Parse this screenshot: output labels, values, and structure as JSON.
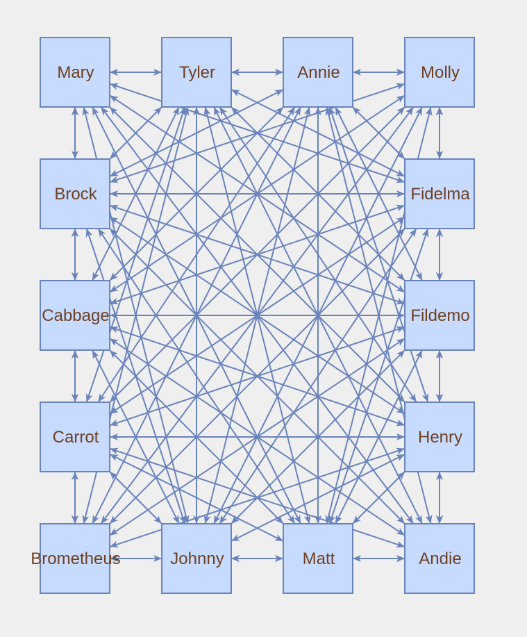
{
  "graph": {
    "type": "complete-graph",
    "directed": "bidirectional",
    "colors": {
      "background": "#efefef",
      "node_fill": "#c6dbff",
      "node_stroke": "#6983bd",
      "edge": "#6983bd",
      "label": "#70401f"
    },
    "nodes": [
      {
        "id": "mary",
        "label": "Mary"
      },
      {
        "id": "tyler",
        "label": "Tyler"
      },
      {
        "id": "annie",
        "label": "Annie"
      },
      {
        "id": "molly",
        "label": "Molly"
      },
      {
        "id": "brock",
        "label": "Brock"
      },
      {
        "id": "fidelma",
        "label": "Fidelma"
      },
      {
        "id": "cabbage",
        "label": "Cabbage"
      },
      {
        "id": "fildemo",
        "label": "Fildemo"
      },
      {
        "id": "carrot",
        "label": "Carrot"
      },
      {
        "id": "henry",
        "label": "Henry"
      },
      {
        "id": "brometheus",
        "label": "Brometheus"
      },
      {
        "id": "johnny",
        "label": "Johnny"
      },
      {
        "id": "matt",
        "label": "Matt"
      },
      {
        "id": "andie",
        "label": "Andie"
      }
    ]
  }
}
